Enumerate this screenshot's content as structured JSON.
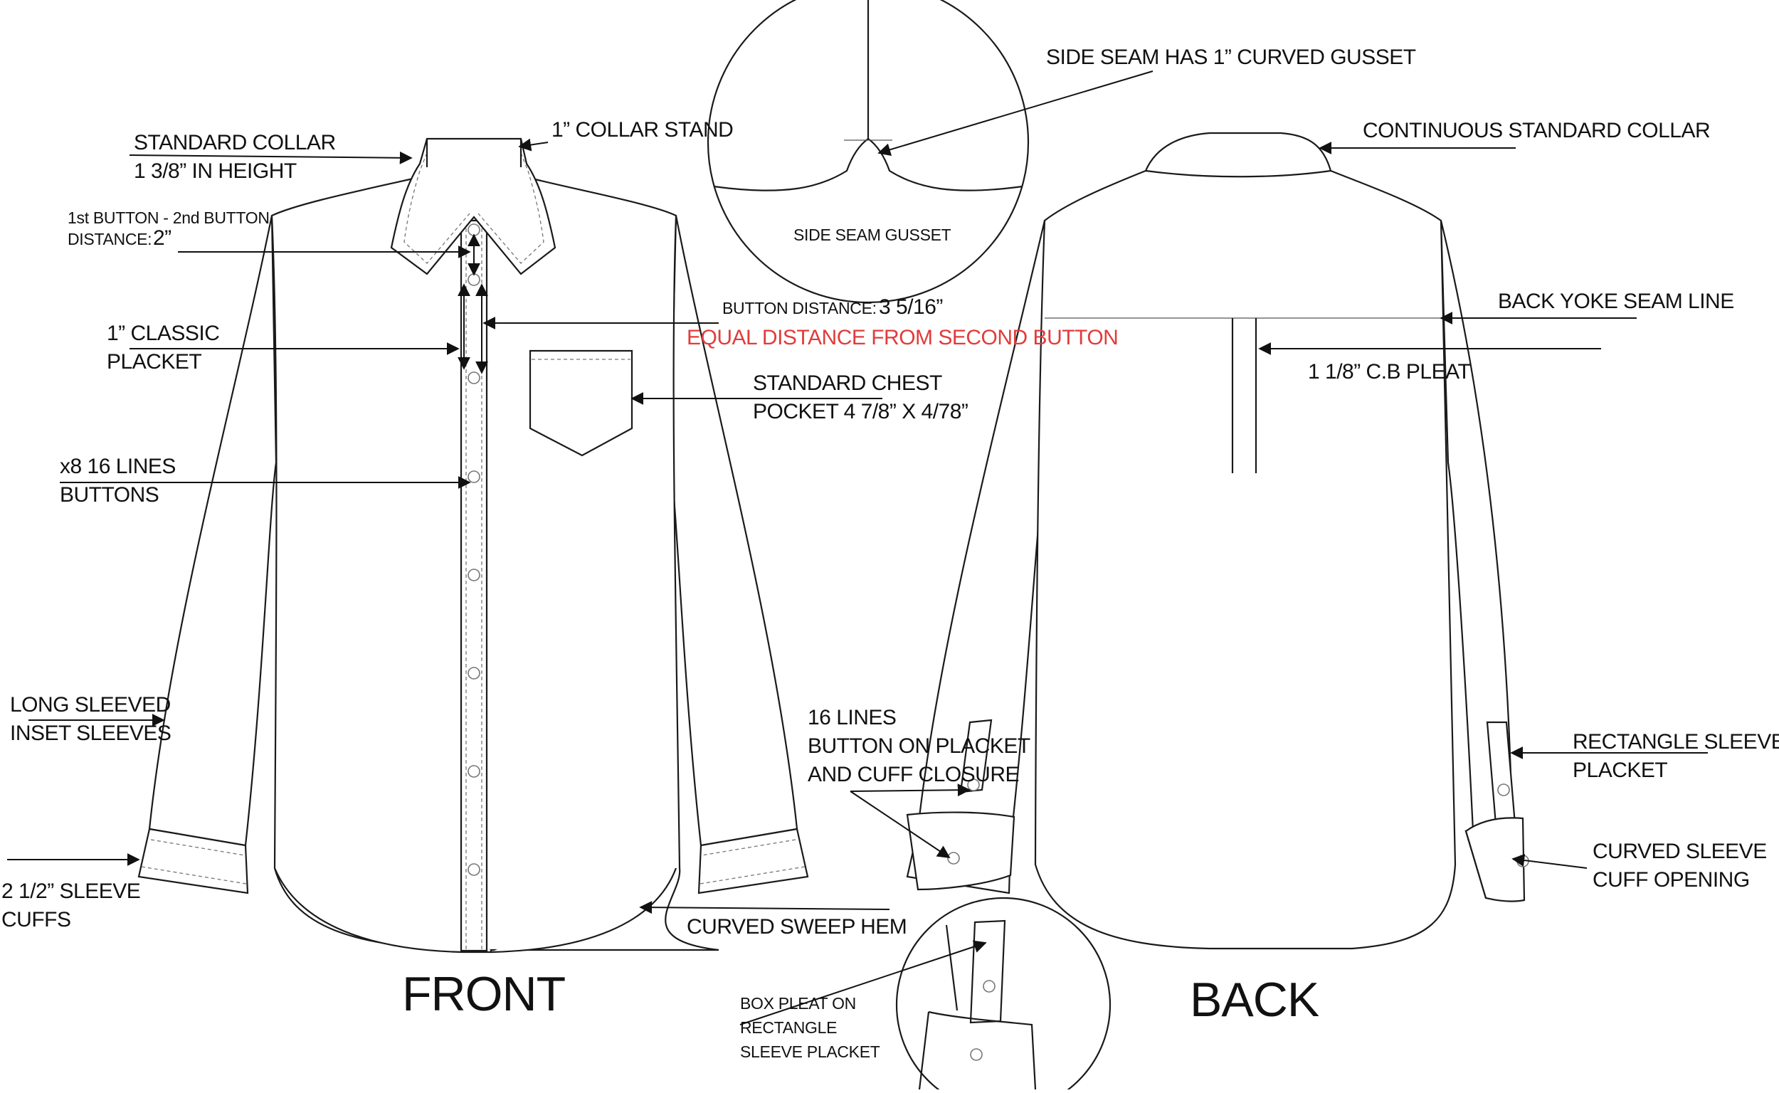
{
  "views": {
    "front": "FRONT",
    "back": "BACK"
  },
  "callouts": {
    "standard_collar": [
      "STANDARD COLLAR",
      "1 3/8” IN HEIGHT"
    ],
    "collar_stand": "1” COLLAR STAND",
    "button_distance_top": [
      "1st BUTTON - 2nd BUTTON",
      "DISTANCE:"
    ],
    "button_distance_top_value": "2”",
    "classic_placket": [
      "1” CLASSIC",
      "PLACKET"
    ],
    "buttons": [
      "x8 16 LINES",
      "BUTTONS"
    ],
    "long_sleeved": [
      "LONG SLEEVED",
      "INSET SLEEVES"
    ],
    "sleeve_cuffs": [
      "2 1/2” SLEEVE",
      "CUFFS"
    ],
    "button_distance": "BUTTON DISTANCE:",
    "button_distance_value": "3 5/16”",
    "equal_distance": "EQUAL DISTANCE FROM SECOND BUTTON",
    "chest_pocket": [
      "STANDARD CHEST",
      "POCKET 4 7/8” X 4/78”"
    ],
    "side_seam_gusset_note": "SIDE SEAM HAS 1” CURVED GUSSET",
    "side_seam_gusset": "SIDE SEAM GUSSET",
    "continuous_collar": "CONTINUOUS STANDARD COLLAR",
    "back_yoke": "BACK YOKE SEAM LINE",
    "cb_pleat": "1 1/8” C.B PLEAT",
    "cuff_closure": [
      "16 LINES",
      "BUTTON ON PLACKET",
      "AND CUFF CLOSURE"
    ],
    "rectangle_placket": [
      "RECTANGLE SLEEVE",
      "PLACKET"
    ],
    "curved_cuff": [
      "CURVED SLEEVE",
      "CUFF OPENING"
    ],
    "curved_hem": "CURVED SWEEP HEM",
    "box_pleat": [
      "BOX PLEAT ON",
      "RECTANGLE",
      "SLEEVE PLACKET"
    ]
  },
  "colors": {
    "annotation_red": "#e23b3b",
    "line": "#1a1a1a"
  }
}
